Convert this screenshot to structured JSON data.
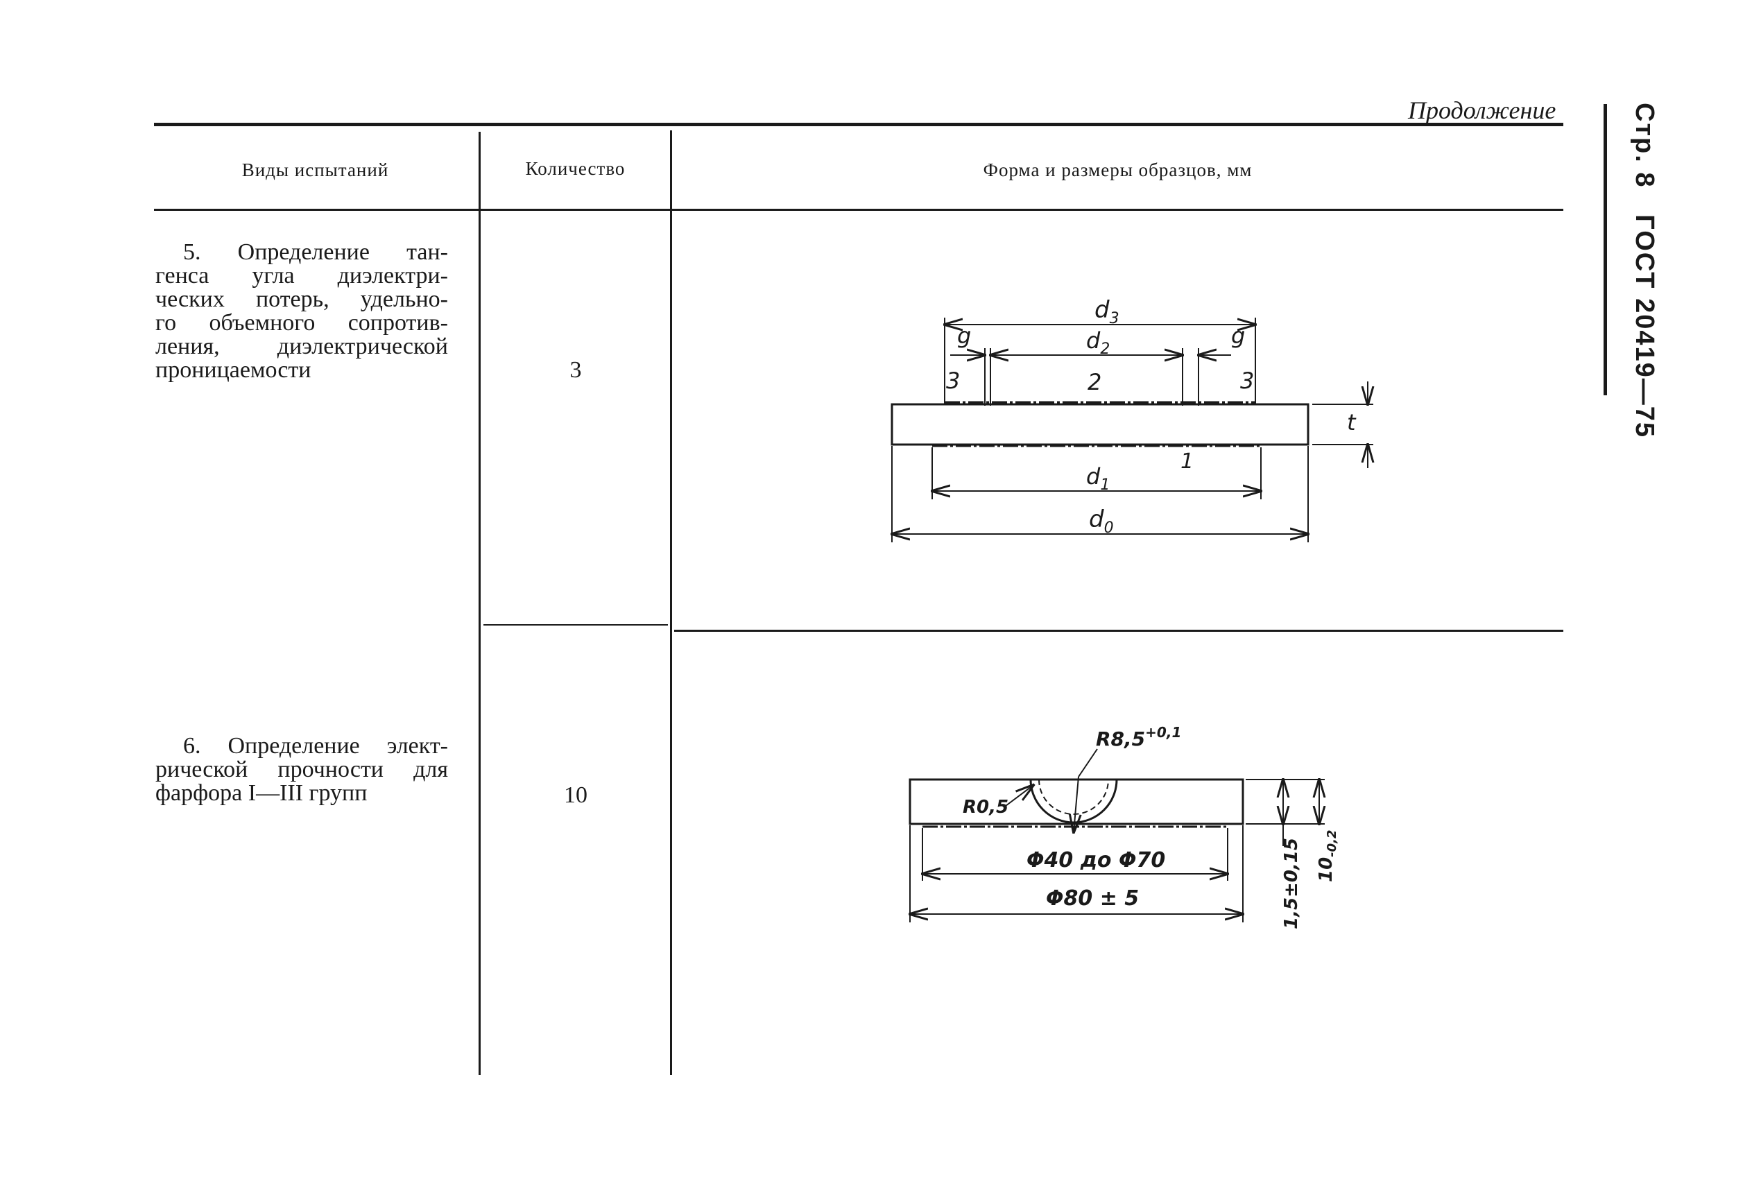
{
  "continuation_label": "Продолжение",
  "side_header": {
    "page": "Стр. 8",
    "standard": "ГОСТ 20419—75"
  },
  "table": {
    "headers": {
      "test_type": "Виды испытаний",
      "quantity": "Количество",
      "shape": "Форма и размеры образцов, мм"
    },
    "rows": [
      {
        "test_lines": [
          "5. Определение тан-",
          "генса угла диэлектри-",
          "ческих потерь, удельно-",
          "го объемного сопротив-",
          "ления, диэлектрической",
          "проницаемости"
        ],
        "quantity": "3",
        "drawing": {
          "labels": {
            "d3": "d",
            "d3_sub": "3",
            "d2": "d",
            "d2_sub": "2",
            "d1": "d",
            "d1_sub": "1",
            "d0": "d",
            "d0_sub": "0",
            "g_left": "g",
            "g_right": "g",
            "n3_left": "3",
            "n2": "2",
            "n3_right": "3",
            "n1": "1",
            "t": "t"
          }
        }
      },
      {
        "test_lines": [
          "6. Определение элект-",
          "рической прочности для",
          "фарфора I—III групп"
        ],
        "quantity": "10",
        "drawing": {
          "labels": {
            "r_top": "R8,5",
            "r_top_tol": "+0,1",
            "r_small": "R0,5",
            "inner_dia": "Φ40 до Φ70",
            "outer_dia": "Φ80 ± 5",
            "thick_small": "1,5±0,15",
            "thick_big": "10",
            "thick_big_tol": "-0,2"
          }
        }
      }
    ]
  }
}
